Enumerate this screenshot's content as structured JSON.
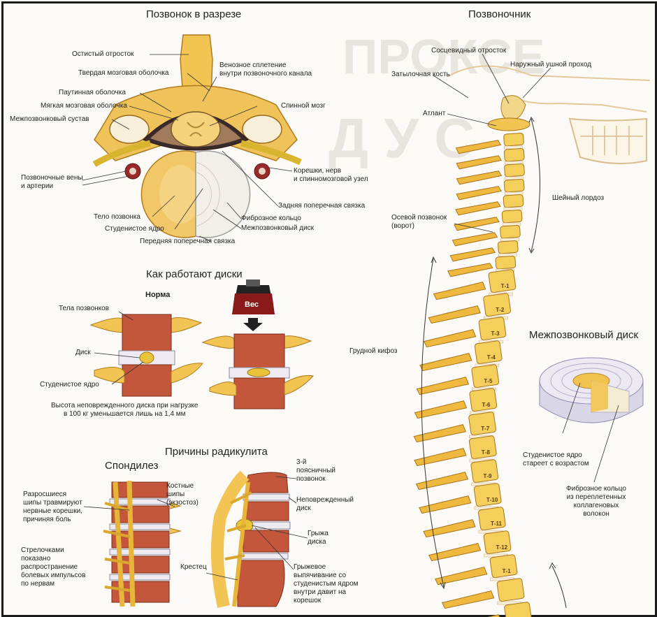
{
  "headings": {
    "section": "Позвонок в разрезе",
    "spine": "Позвоночник",
    "discs": "Как работают диски",
    "norm": "Норма",
    "weight": "Вес",
    "radiculitis": "Причины радикулита",
    "spondylosis": "Спондилез",
    "ivdisc": "Межпозвонковый диск"
  },
  "section_labels": {
    "spinous": "Остистый отросток",
    "venous": "Венозное сплетение\nвнутри позвоночного канала",
    "dura": "Твердая мозговая оболочка",
    "arachnoid": "Паутинная оболочка",
    "pia": "Мягкая мозговая оболочка",
    "facet": "Межпозвонковый сустав",
    "cord": "Спинной мозг",
    "vessels": "Позвоночные вены\nи артерии",
    "roots": "Корешки, нерв\nи спинномозговой узел",
    "posterior_lig": "Задняя поперечная связка",
    "body": "Тело позвонка",
    "annulus": "Фиброзное кольцо",
    "nucleus": "Студенистое ядро",
    "disc": "Межпозвонковый диск",
    "anterior_lig": "Передняя поперечная связка"
  },
  "spine_labels": {
    "mastoid": "Сосцевидный отросток",
    "ear": "Наружный ушной проход",
    "occipital": "Затылочная кость",
    "atlas": "Атлант",
    "cervical": "Шейный лордоз",
    "axis": "Осевой позвонок\n(ворот)",
    "thoracic": "Грудной кифоз"
  },
  "vertebra_tags": [
    "Т-1",
    "Т-2",
    "Т-3",
    "Т-4",
    "Т-5",
    "Т-6",
    "Т-7",
    "Т-8",
    "Т-9",
    "Т-10",
    "Т-11",
    "Т-12",
    "Т-1"
  ],
  "discs_labels": {
    "bodies": "Тела позвонков",
    "disc": "Диск",
    "nucleus": "Студенистое ядро",
    "note": "Высота неповрежденного диска при нагрузке\nв 100 кг уменьшается лишь на 1,4 мм"
  },
  "radic_labels": {
    "spurs": "Разросшиеся\nшипы травмируют\nнервные корешки,\nпричиняя боль",
    "arrows": "Стрелочками\nпоказано\nраспространение\nболевых импульсов\nпо нервам",
    "exostosis": "Костные\nшипы\n(экзостоз)",
    "sacrum": "Крестец",
    "l3": "3-й\nпоясничный\nпозвонок",
    "intact": "Неповрежденный\nдиск",
    "hernia": "Грыжа\nдиска",
    "protrusion": "Грыжевое\nвыпячивание со\nстуденистым ядром\nвнутри давит на\nкорешок"
  },
  "ivdisc_labels": {
    "nucleus": "Студенистое ядро\nстареет с возрастом",
    "annulus": "Фиброзное кольцо\nиз переплетенных\nколлагеновых\nволокон"
  }
}
